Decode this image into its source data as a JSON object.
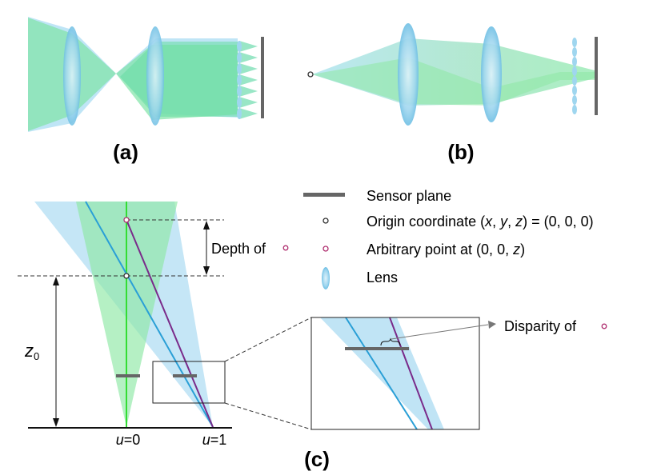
{
  "panels": {
    "a": "(a)",
    "b": "(b)",
    "c": "(c)"
  },
  "legend": {
    "sensor_plane": "Sensor plane",
    "origin_prefix": "Origin coordinate (",
    "origin_x": "x",
    "origin_sep1": ", ",
    "origin_y": "y",
    "origin_sep2": ", ",
    "origin_z": "z",
    "origin_suffix": ") = (0, 0, 0)",
    "arbitrary_prefix": "Arbitrary point at (0, 0, ",
    "arbitrary_z": "z",
    "arbitrary_suffix": ")",
    "lens": "Lens"
  },
  "annotations": {
    "depth_of": "Depth of",
    "disparity_of": "Disparity of",
    "z0_base": "z",
    "z0_sub": "0",
    "u0_var": "u",
    "u0_val": "=0",
    "u1_var": "u",
    "u1_val": "=1"
  },
  "colors": {
    "green": "#8ee8a4",
    "blue": "#9ed6f0",
    "teal": "#5cc8b4",
    "sensor": "#666666",
    "magenta": "#b03070",
    "purple": "#7a2b8a",
    "ray_blue": "#2a9fd6",
    "ray_green": "#33dd33"
  }
}
